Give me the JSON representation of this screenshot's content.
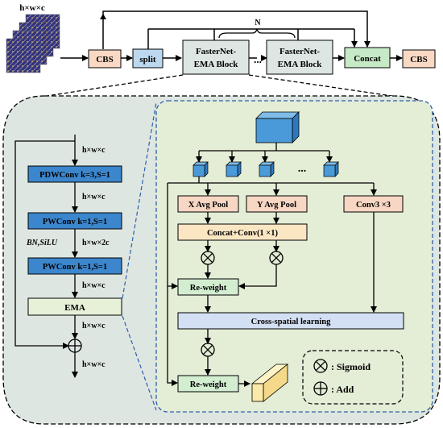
{
  "top": {
    "input_dims": "h×w×c",
    "cbs_left": "CBS",
    "split": "split",
    "block_line1": "FasterNet-",
    "block_line2": "EMA Block",
    "repeat_n": "N",
    "ellipsis": "...",
    "concat": "Concat",
    "cbs_right": "CBS"
  },
  "left": {
    "dims_in": "h×w×c",
    "pdwconv": "PDWConv k=3,S=1",
    "dims_a": "h×w×c",
    "pwconv1": "PWConv k=1,S=1",
    "bn_silu": "BN,SiLU",
    "dims_b": "h×w×2c",
    "pwconv2": "PWConv k=1,S=1",
    "dims_c": "h×w×c",
    "ema": "EMA",
    "dims_d": "h×w×c",
    "dims_out": "h×w×c"
  },
  "right": {
    "ellipsis": "...",
    "x_avg_pool": "X Avg Pool",
    "y_avg_pool": "Y Avg Pool",
    "conv3": "Conv3 ×3",
    "concat_conv": "Concat+Conv(1 ×1)",
    "reweight_1": "Re-weight",
    "cross_spatial": "Cross-spatial learning",
    "reweight_2": "Re-weight"
  },
  "legend": {
    "sigmoid": ": Sigmoid",
    "add": ": Add"
  },
  "colors": {
    "cbs": "#f9d9c4",
    "split": "#bcd7ee",
    "block": "#dde6e3",
    "concat": "#c6e9c6",
    "panel_left": "#dee6e1",
    "panel_right": "#e4edd6",
    "conv": "#3b86cc",
    "pool": "#f7d7c3",
    "concat_conv": "#fbe6c3",
    "ema": "#e6f1d8",
    "reweight": "#d2edd0",
    "cross": "#d3dff2",
    "cube": "#4a9ad9"
  }
}
